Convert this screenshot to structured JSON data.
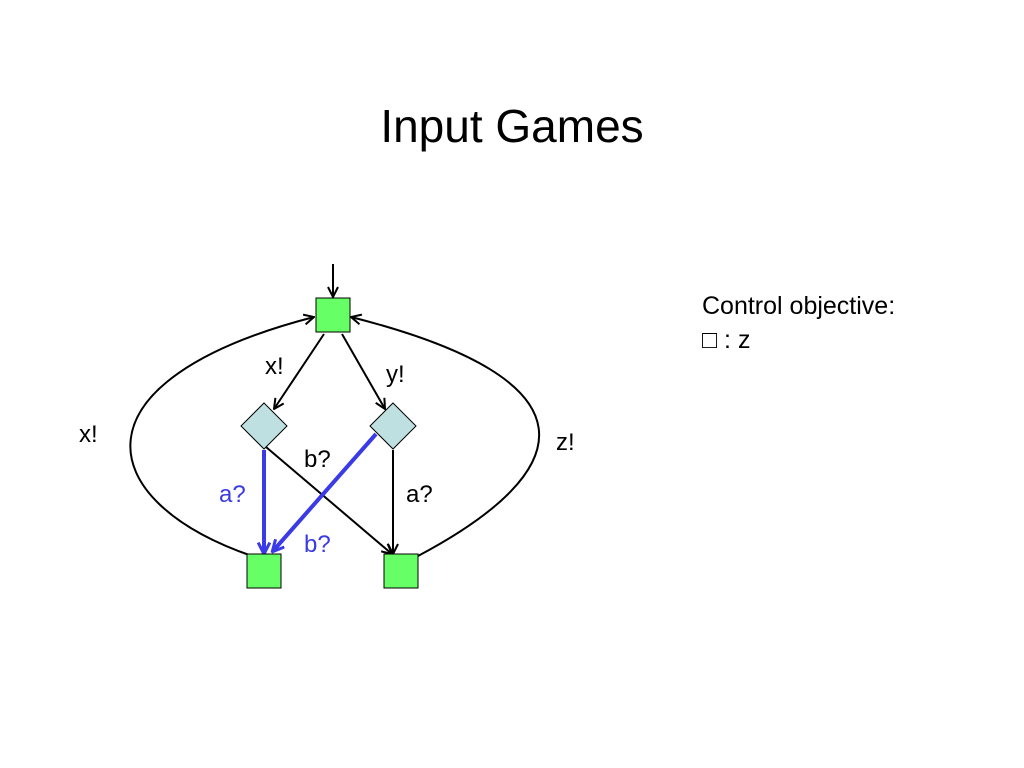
{
  "slide": {
    "title": "Input Games",
    "objective_heading": "Control objective:",
    "objective_formula": "□ : z"
  },
  "diagram": {
    "labels": {
      "top_left": "x!",
      "top_right": "y!",
      "outer_left": "x!",
      "outer_right": "z!",
      "cross_b": "b?",
      "right_a": "a?",
      "left_a": "a?",
      "left_b": "b?"
    },
    "colors": {
      "player_state": "#66ff66",
      "environment_state": "#bfe0e0",
      "edge": "#000000",
      "highlight_edge": "#3a3ae6"
    }
  }
}
